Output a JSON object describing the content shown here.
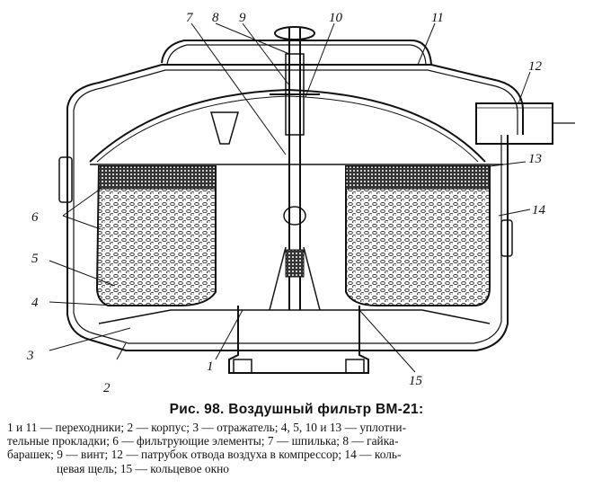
{
  "labels": {
    "l1": "1",
    "l2": "2",
    "l3": "3",
    "l4": "4",
    "l5": "5",
    "l6": "6",
    "l7": "7",
    "l8": "8",
    "l9": "9",
    "l10": "10",
    "l11": "11",
    "l12": "12",
    "l13": "13",
    "l14": "14",
    "l15": "15"
  },
  "caption": "Рис. 98. Воздушный фильтр ВМ-21:",
  "legend": [
    "1 и 11 — переходники; 2 — корпус; 3 — отражатель; 4, 5, 10 и 13 — уплотни-",
    "тельные прокладки; 6 — фильтрующие элементы; 7 — шпилька; 8 — гайка-",
    "барашек; 9 — винт; 12 — патрубок отвода воздуха в компрессор; 14 — коль-",
    "цевая щель; 15 — кольцевое окно"
  ]
}
